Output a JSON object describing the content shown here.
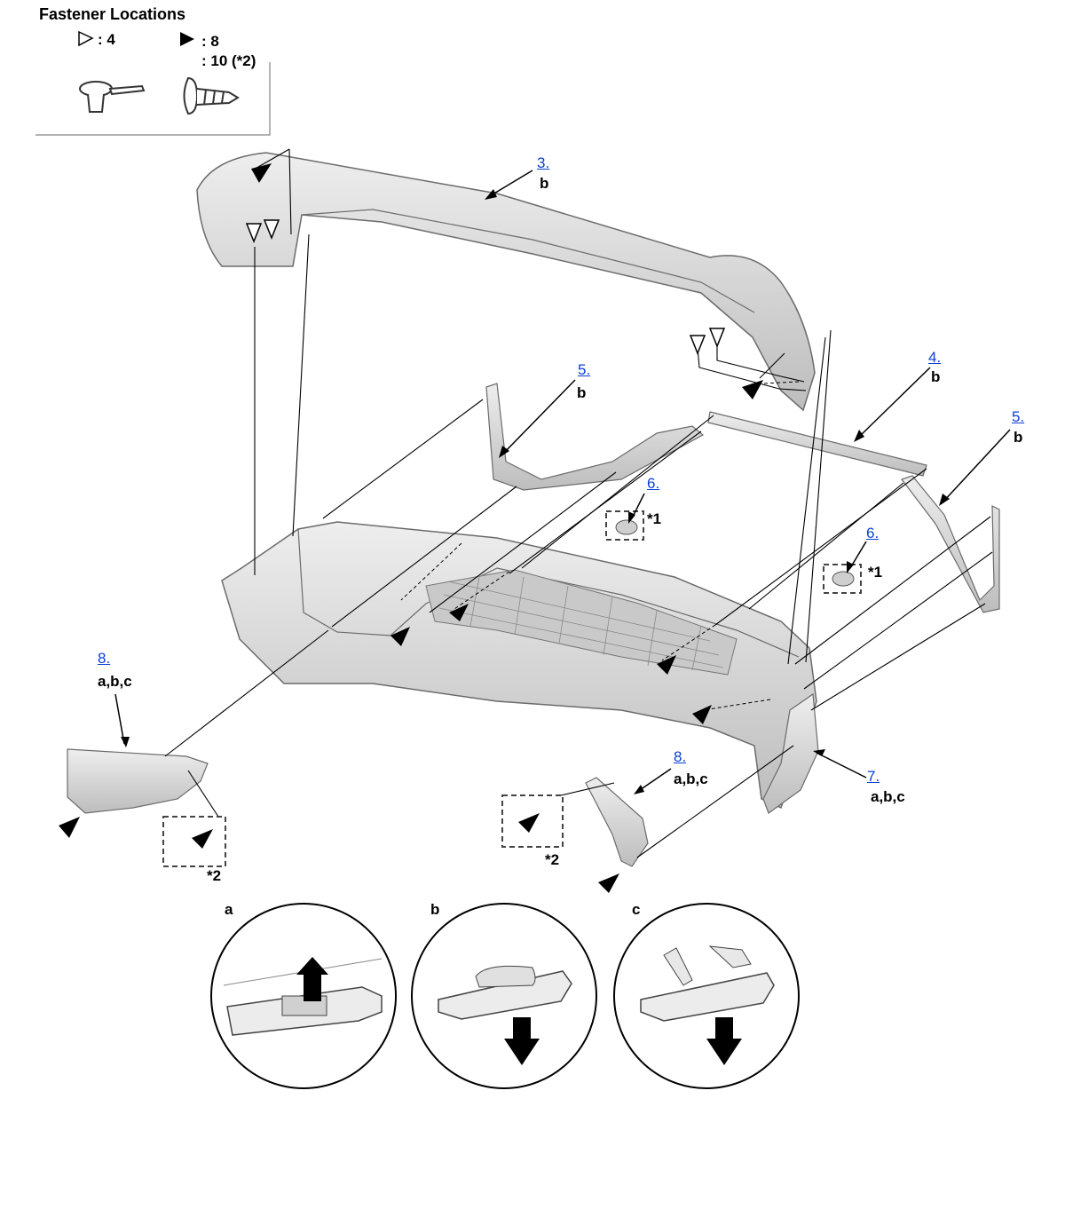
{
  "legend": {
    "title": "Fastener Locations",
    "clip_count": ": 4",
    "screw_count": ": 8",
    "screw_count_alt": ": 10 (*2)"
  },
  "callouts": {
    "c1": {
      "link": "3.",
      "sub": "b"
    },
    "c2": {
      "link": "4.",
      "sub": "b"
    },
    "c3": {
      "link": "5.",
      "sub": "b"
    },
    "c4": {
      "link": "5.",
      "sub": "b"
    },
    "c5": {
      "link": "6.",
      "sub": "*1"
    },
    "c6": {
      "link": "6.",
      "sub": "*1"
    },
    "c7": {
      "link": "7.",
      "sub": "a,b,c"
    },
    "c8": {
      "link": "8.",
      "sub": "a,b,c"
    },
    "c9": {
      "link": "8.",
      "sub": "a,b,c"
    }
  },
  "notes": {
    "star2_left": "*2",
    "star2_right": "*2"
  },
  "details": {
    "a": "a",
    "b": "b",
    "c": "c"
  },
  "icons": [
    "open-triangle-marker-icon",
    "filled-triangle-marker-icon",
    "clip-icon",
    "screw-icon"
  ],
  "colors": {
    "line": "#000000",
    "part_fill": "#d9d9d9",
    "part_stroke": "#6b6b6b",
    "link": "#0b3fd6"
  }
}
